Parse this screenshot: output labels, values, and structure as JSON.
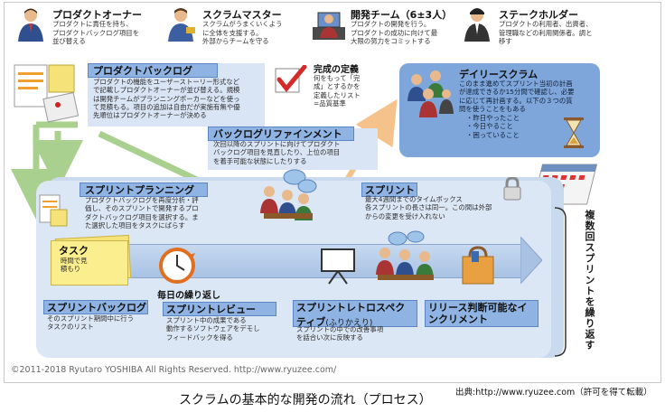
{
  "roles": [
    {
      "name": "role-product-owner",
      "icon": "product-owner-icon",
      "title": "プロダクトオーナー",
      "lines": [
        "プロダクトに責任を持ち、",
        "プロダクトバックログ項目を",
        "並び替える"
      ]
    },
    {
      "name": "role-scrum-master",
      "icon": "scrum-master-icon",
      "title": "スクラムマスター",
      "lines": [
        "スクラムがうまくいくよう",
        "に全体を支援する。",
        "外部からチームを守る"
      ]
    },
    {
      "name": "role-dev-team",
      "icon": "dev-team-icon",
      "title": "開発チーム（6±3人）",
      "lines": [
        "プロダクトの開発を行う。",
        "プロダクトの成功に向けて最",
        "大限の努力をコミットする"
      ]
    },
    {
      "name": "role-stakeholder",
      "icon": "stakeholder-icon",
      "title": "ステークホルダー",
      "lines": [
        "プロダクトの利用者、出資者、",
        "管理職などの利用関係者。調と",
        "移す"
      ]
    }
  ],
  "product_backlog": {
    "title": "プロダクトバックログ",
    "lines": [
      "プロダクトの機能をユーザーストーリー形式など",
      "で記載しプロダクトオーナーが並び替える。規模",
      "は開発チームがプランニングポーカーなどを使っ",
      "て見積もる。項目の追加は自由だが実施有無や優",
      "先順位はプロダクトオーナーが決める"
    ]
  },
  "definition_of_done": {
    "title": "完成の定義",
    "lines": [
      "何をもって「完",
      "成」とするかを",
      "定義したリスト",
      "=品質基準"
    ]
  },
  "daily_scrum": {
    "title": "デイリースクラム",
    "lines": [
      "このまま進めてスプリント当初の計画",
      "が達成できるか15分間で確認し、必要",
      "に応じて再計画する。以下の３つの質",
      "問を使うことをもある"
    ],
    "questions": [
      "・昨日やったこと",
      "・今日やること",
      "・困っていること"
    ]
  },
  "refinement": {
    "title": "バックログリファインメント",
    "lines": [
      "次回以降のスプリントに向けてプロダクト",
      "バックログ項目を見直したり、上位の項目",
      "を着手可能な状態にしたりする"
    ]
  },
  "sprint_planning": {
    "title": "スプリントプランニング",
    "lines": [
      "プロダクトバックログを再度分析・評",
      "価し、そのスプリントで開発するプロ",
      "ダクトバックログ項目を選択する。ま",
      "た選択した項目をタスクにばらす"
    ]
  },
  "sprint": {
    "title": "スプリント",
    "lines": [
      "最大4週間までのタイムボックス",
      "各スプリントの長さは同一。この間は外部",
      "からの変更を受け入れない"
    ]
  },
  "task": {
    "title": "タスク",
    "lines": [
      "時間で見",
      "積もり"
    ]
  },
  "daily_repeat": "毎日の繰り返し",
  "sprint_backlog": {
    "title": "スプリントバックログ",
    "lines": [
      "そのスプリント期間中に行う",
      "タスクのリスト"
    ]
  },
  "sprint_review": {
    "title": "スプリントレビュー",
    "lines": [
      "スプリント中の成果である",
      "動作するソフトウェアをデモし",
      "フィードバックを得る"
    ]
  },
  "retrospective": {
    "title1": "スプリントレトロスペク",
    "title2": "ティブ",
    "title2_sub": "(ふりかえり)",
    "lines": [
      "スプリントの中での改善事項",
      "を話合い次に反映する"
    ]
  },
  "increment": {
    "title1": "リリース判断可能なイ",
    "title2": "ンクリメント"
  },
  "multi_sprint": "複数回スプリントを繰り返す",
  "copyright": "©2011-2018 Ryutaro YOSHIBA All Rights Reserved. http://www.ryuzee.com/",
  "caption": "スクラムの基本的な開発の流れ（プロセス）",
  "source": "出典:http://www.ryuzee.com（許可を得て転載）",
  "colors": {
    "accent_blue": "#8fb3e3",
    "light_blue": "#d9e5f5",
    "dark_blue": "#5d86c4",
    "check_red": "#d42a2a"
  }
}
